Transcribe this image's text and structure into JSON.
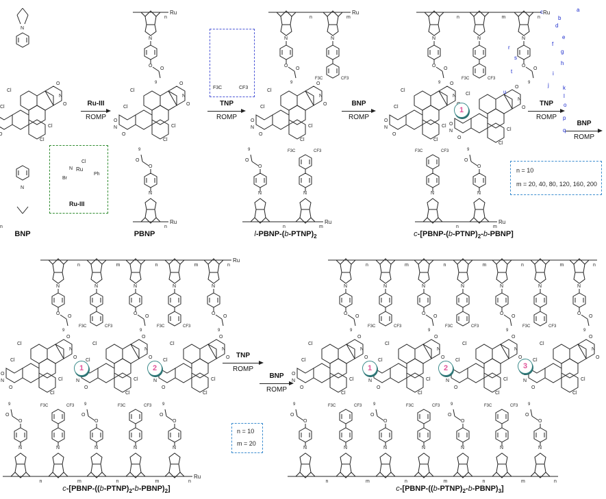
{
  "figure": {
    "compounds": {
      "bnp": "BNP",
      "pbnp": "PBNP",
      "l_block": {
        "prefix": "l",
        "main": "-PBNP-(",
        "b": "b",
        "rest": "-PTNP)",
        "sub": "2"
      },
      "c1": {
        "prefix": "c",
        "a": "-[PBNP-(",
        "b1": "b",
        "b": "-PTNP)",
        "sub": "2",
        "c": "-",
        "b2": "b",
        "d": "-PBNP]"
      },
      "c2": {
        "prefix": "c",
        "a": "-[PBNP-((",
        "b1": "b",
        "b": "-PTNP)",
        "sub": "2",
        "c": "-",
        "b2": "b",
        "d": "-PBNP)",
        "sub2": "2",
        "e": "]"
      },
      "c3": {
        "prefix": "c",
        "a": "-[PBNP-((",
        "b1": "b",
        "b": "-PTNP)",
        "sub": "2",
        "c": "-",
        "b2": "b",
        "d": "-PBNP)",
        "sub2": "3",
        "e": "]"
      }
    },
    "catalyst": {
      "label": "Ru-III",
      "atoms": {
        "ru": "Ru",
        "cl": "Cl",
        "br": "Br",
        "n": "N",
        "ph": "Ph"
      }
    },
    "monomer_tnp": {
      "label": "TNP",
      "f3c": "F3C",
      "cf3": "CF3"
    },
    "reactions": [
      {
        "reagent": "Ru-III",
        "method": "ROMP"
      },
      {
        "reagent": "TNP",
        "method": "ROMP"
      },
      {
        "reagent": "BNP",
        "method": "ROMP"
      },
      {
        "reagent": "TNP",
        "method": "ROMP"
      },
      {
        "reagent": "BNP",
        "method": "ROMP"
      },
      {
        "reagent": "TNP",
        "method": "ROMP"
      },
      {
        "reagent": "BNP",
        "method": "ROMP"
      }
    ],
    "params_top": {
      "n": "n = 10",
      "m": "m = 20, 40, 80, 120, 160, 200"
    },
    "params_bottom": {
      "n": "n = 10",
      "m": "m = 20"
    },
    "cycle_markers": [
      "1",
      "1",
      "2",
      "1",
      "2",
      "3"
    ],
    "nmr_labels": [
      "a",
      "b",
      "c",
      "d",
      "e",
      "f",
      "g",
      "h",
      "i",
      "j",
      "k",
      "l",
      "o",
      "p",
      "q",
      "r",
      "s",
      "t",
      "u"
    ],
    "atom_labels": {
      "cl": "Cl",
      "o": "O",
      "n": "N",
      "ru": "Ru",
      "sub_n": "n",
      "sub_m": "m",
      "nine": "9"
    },
    "colors": {
      "ru_box": "#2e8b2e",
      "tnp_box": "#4a55d6",
      "param_box": "#3a8ccf",
      "nmr": "#1a2acc",
      "circle_number": "#e0559a",
      "circle_ring": "#3a8a8a"
    }
  }
}
